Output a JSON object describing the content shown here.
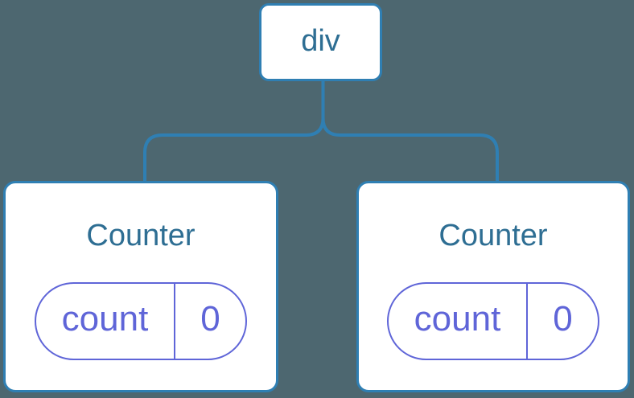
{
  "colors": {
    "background": "#4d6770",
    "node_border": "#2f7fb3",
    "connector_line": "#2f7fb3",
    "node_background": "#ffffff",
    "heading_text": "#2e6e93",
    "state_accent": "#5f65d8"
  },
  "tree": {
    "root": {
      "label": "div"
    },
    "children": [
      {
        "title": "Counter",
        "state_pill": {
          "key": "count",
          "value": "0"
        }
      },
      {
        "title": "Counter",
        "state_pill": {
          "key": "count",
          "value": "0"
        }
      }
    ]
  }
}
